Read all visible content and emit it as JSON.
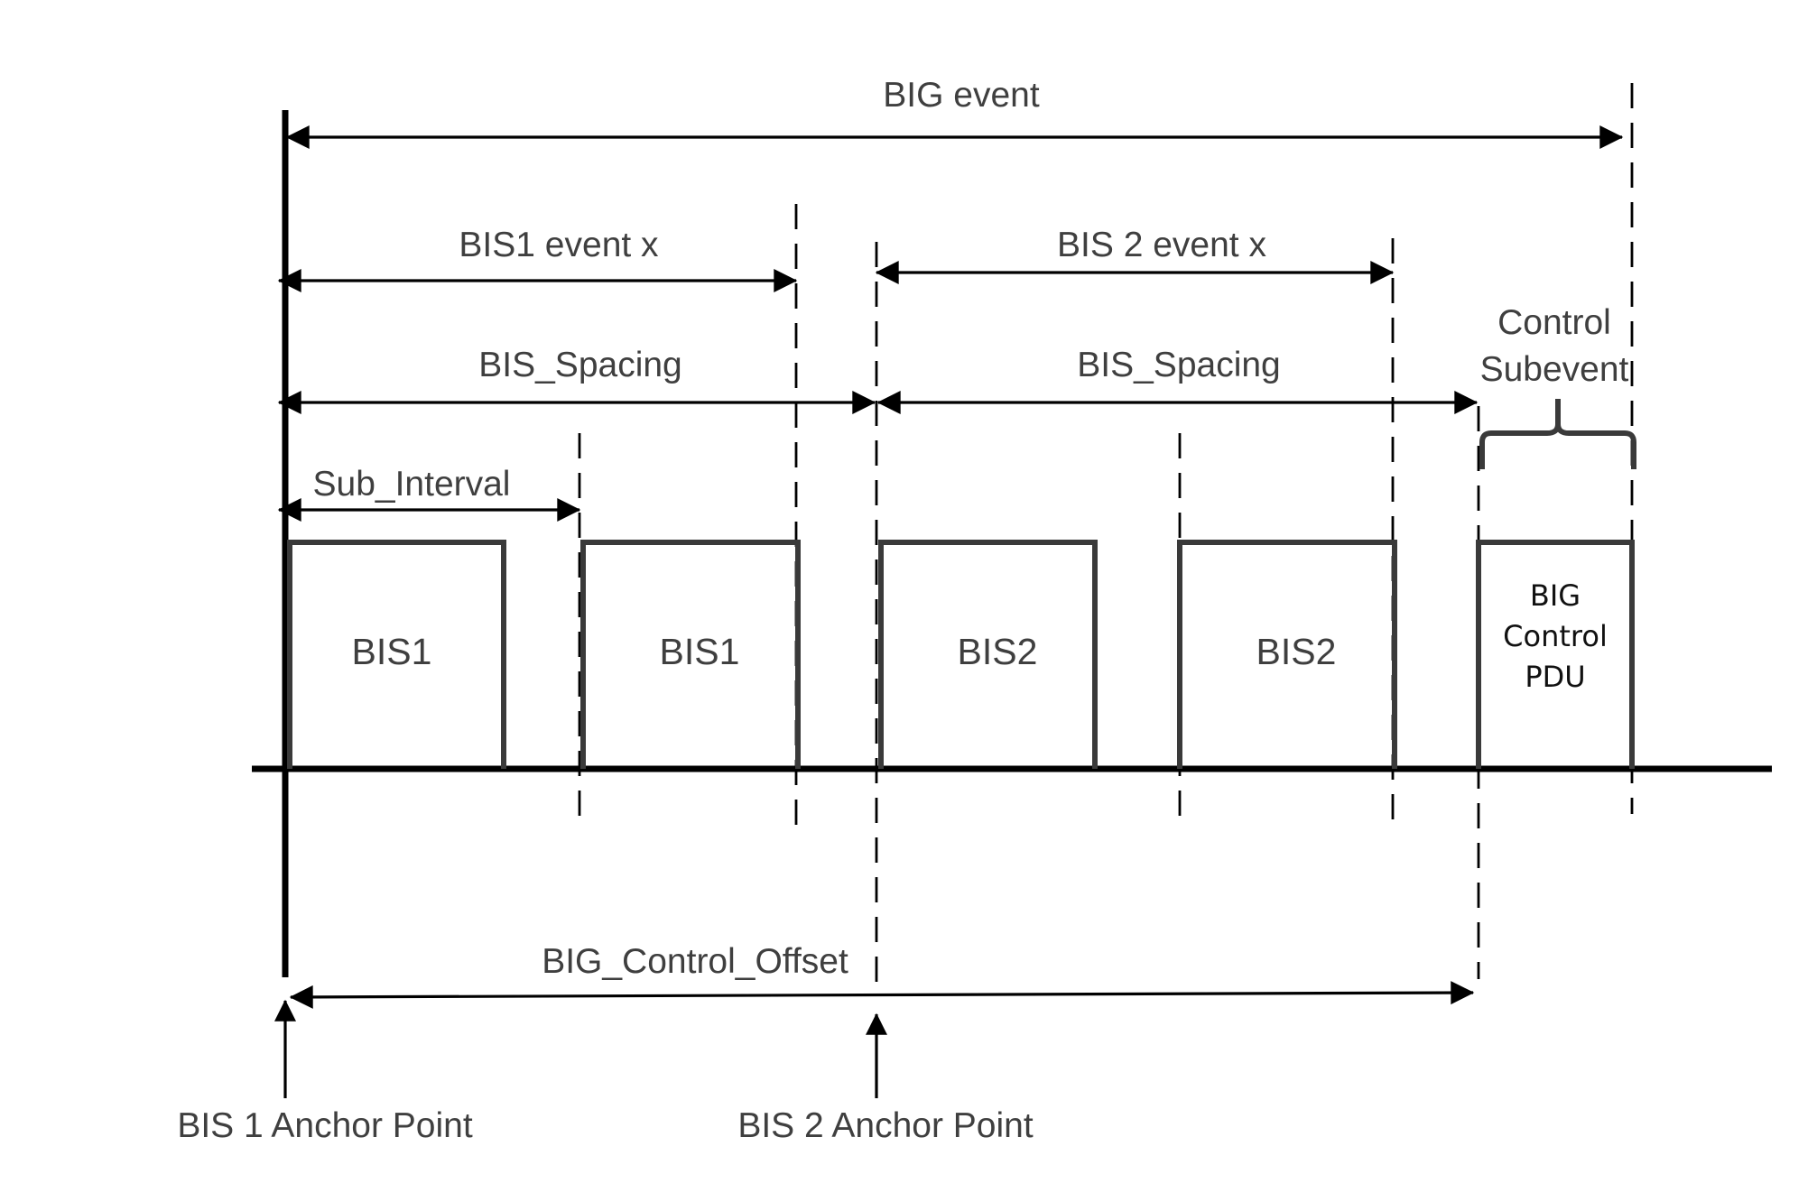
{
  "diagram": {
    "big_event_label": "BIG event",
    "bis1_event_label": "BIS1 event x",
    "bis2_event_label": "BIS 2 event x",
    "bis_spacing_1_label": "BIS_Spacing",
    "bis_spacing_2_label": "BIS_Spacing",
    "control_subevent_line1": "Control",
    "control_subevent_line2": "Subevent",
    "sub_interval_label": "Sub_Interval",
    "big_control_offset_label": "BIG_Control_Offset",
    "bis1_anchor_label": "BIS 1 Anchor Point",
    "bis2_anchor_label": "BIS 2 Anchor Point",
    "boxes": [
      {
        "label": "BIS1"
      },
      {
        "label": "BIS1"
      },
      {
        "label": "BIS2"
      },
      {
        "label": "BIS2"
      }
    ],
    "pdu_box": {
      "line1": "BIG",
      "line2": "Control",
      "line3": "PDU"
    }
  }
}
